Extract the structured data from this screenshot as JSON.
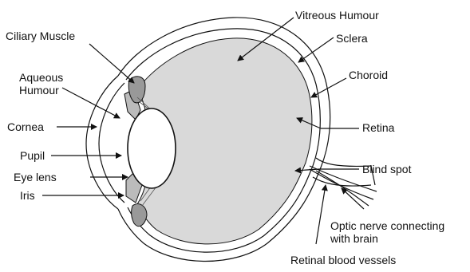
{
  "diagram": {
    "labels": {
      "ciliary_muscle": "Ciliary Muscle",
      "aqueous_line1": "Aqueous",
      "aqueous_line2": "Humour",
      "cornea": "Cornea",
      "pupil": "Pupil",
      "eye_lens": "Eye lens",
      "iris": "Iris",
      "vitreous_humour": "Vitreous Humour",
      "sclera": "Sclera",
      "choroid": "Choroid",
      "retina": "Retina",
      "blind_spot": "Blind spot",
      "optic_line1": "Optic nerve connecting",
      "optic_line2": "with brain",
      "retinal_vessels": "Retinal blood vessels"
    },
    "colors": {
      "stroke": "#111111",
      "vitreous_fill": "#d9d9d9",
      "background": "#ffffff"
    }
  }
}
